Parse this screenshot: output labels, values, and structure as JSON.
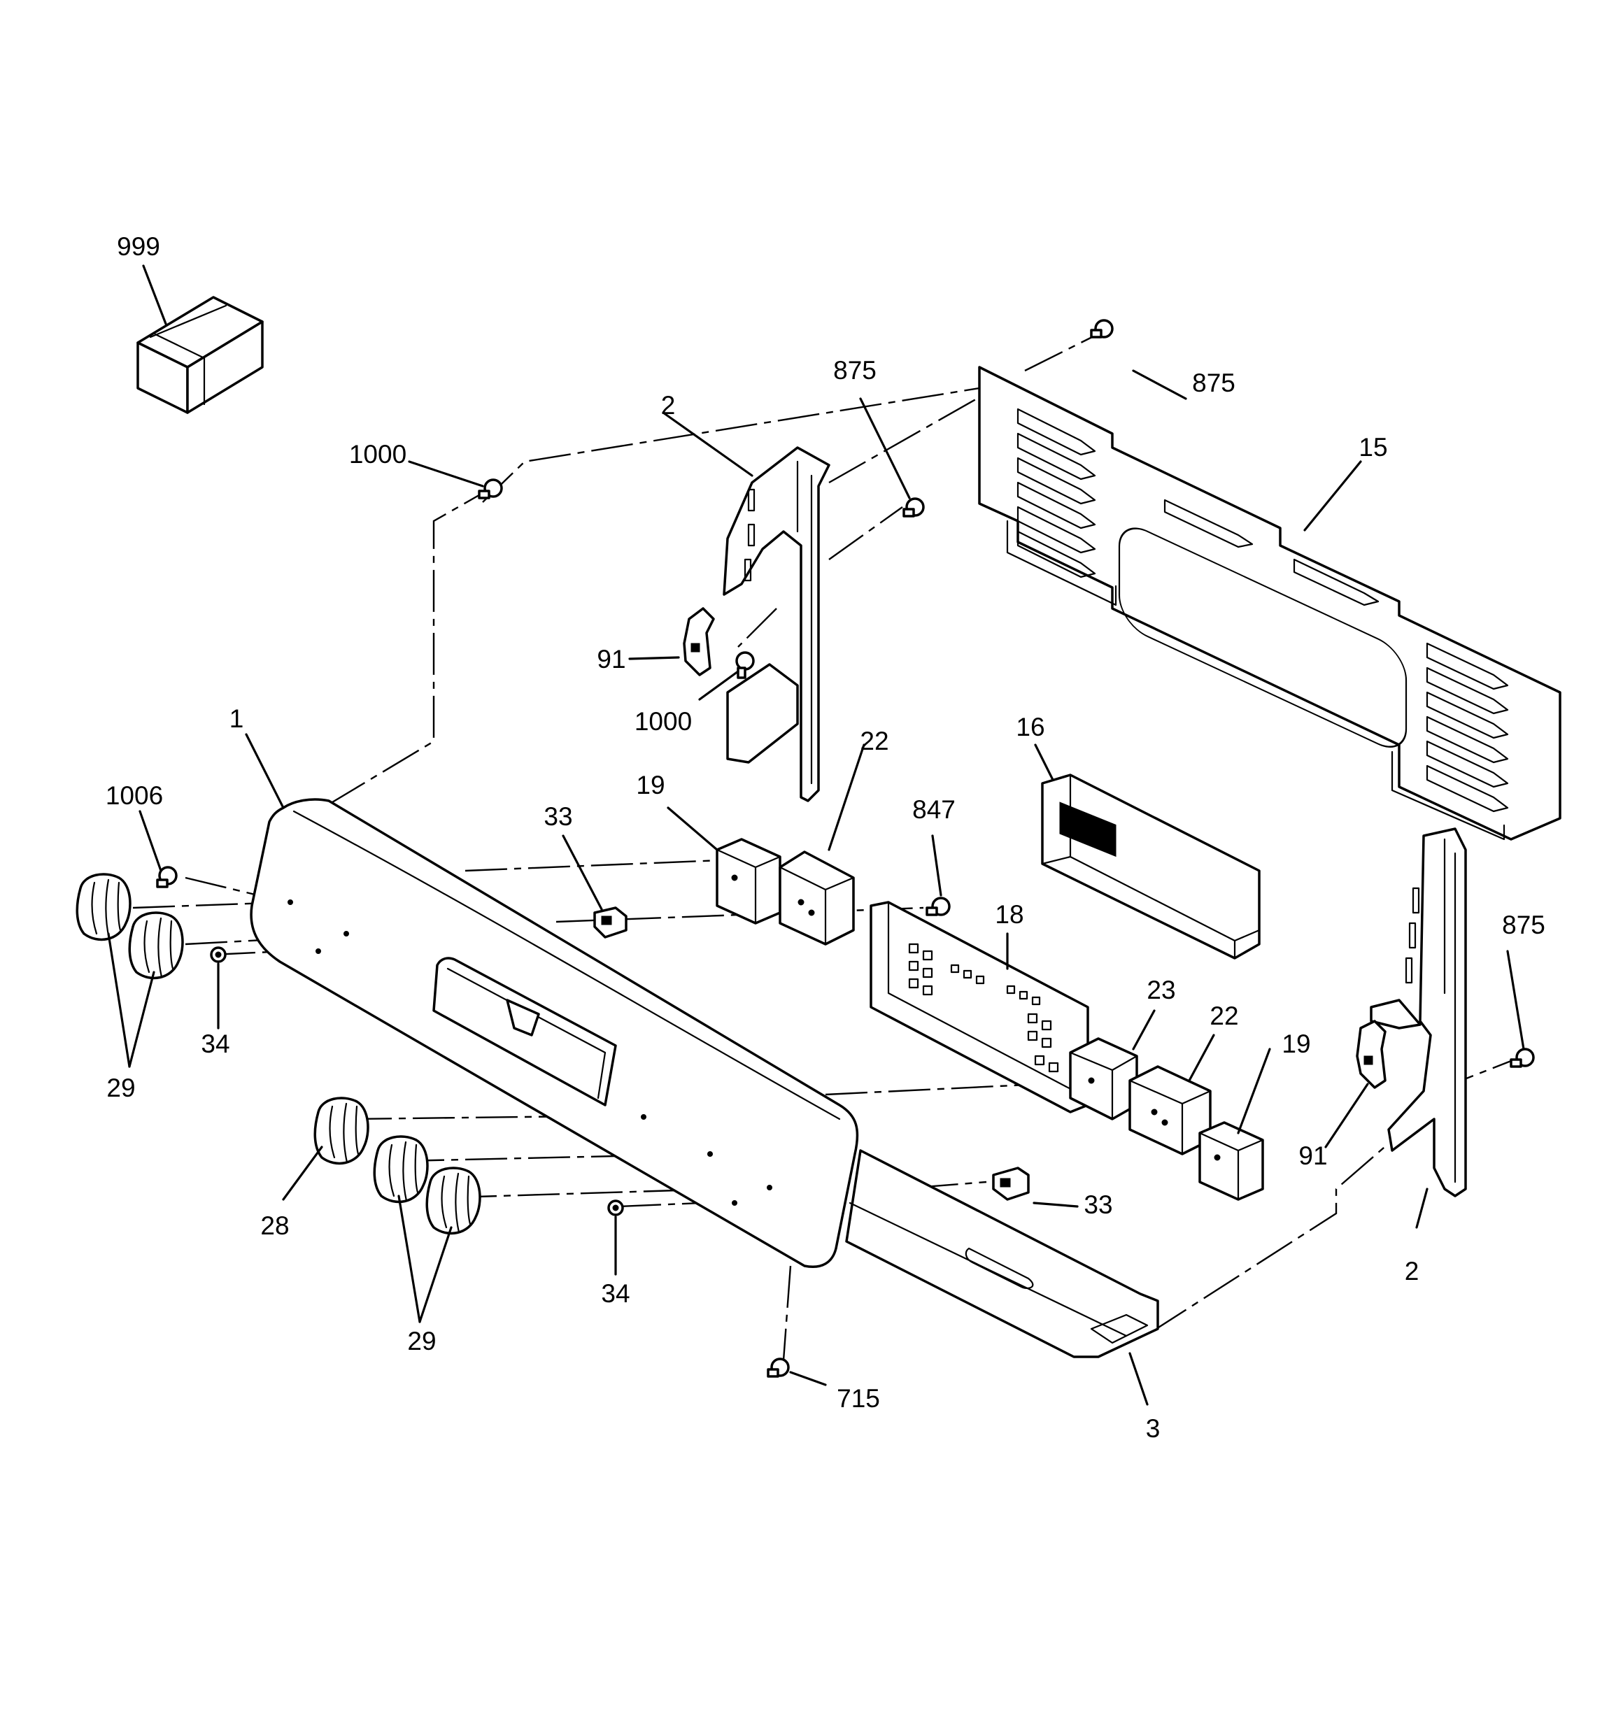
{
  "callouts": {
    "c999": "999",
    "c875_top": "875",
    "c875_left": "875",
    "c875_right": "875",
    "c2_top": "2",
    "c2_bottom": "2",
    "c15": "15",
    "c1000_top": "1000",
    "c1000_mid": "1000",
    "c91_left": "91",
    "c91_right": "91",
    "c1": "1",
    "c1006": "1006",
    "c19_left": "19",
    "c19_right": "19",
    "c22_left": "22",
    "c22_right": "22",
    "c33_left": "33",
    "c33_right": "33",
    "c847": "847",
    "c16": "16",
    "c18": "18",
    "c23": "23",
    "c34_left": "34",
    "c34_bottom": "34",
    "c29_left": "29",
    "c29_bottom": "29",
    "c28": "28",
    "c715": "715",
    "c3": "3"
  }
}
